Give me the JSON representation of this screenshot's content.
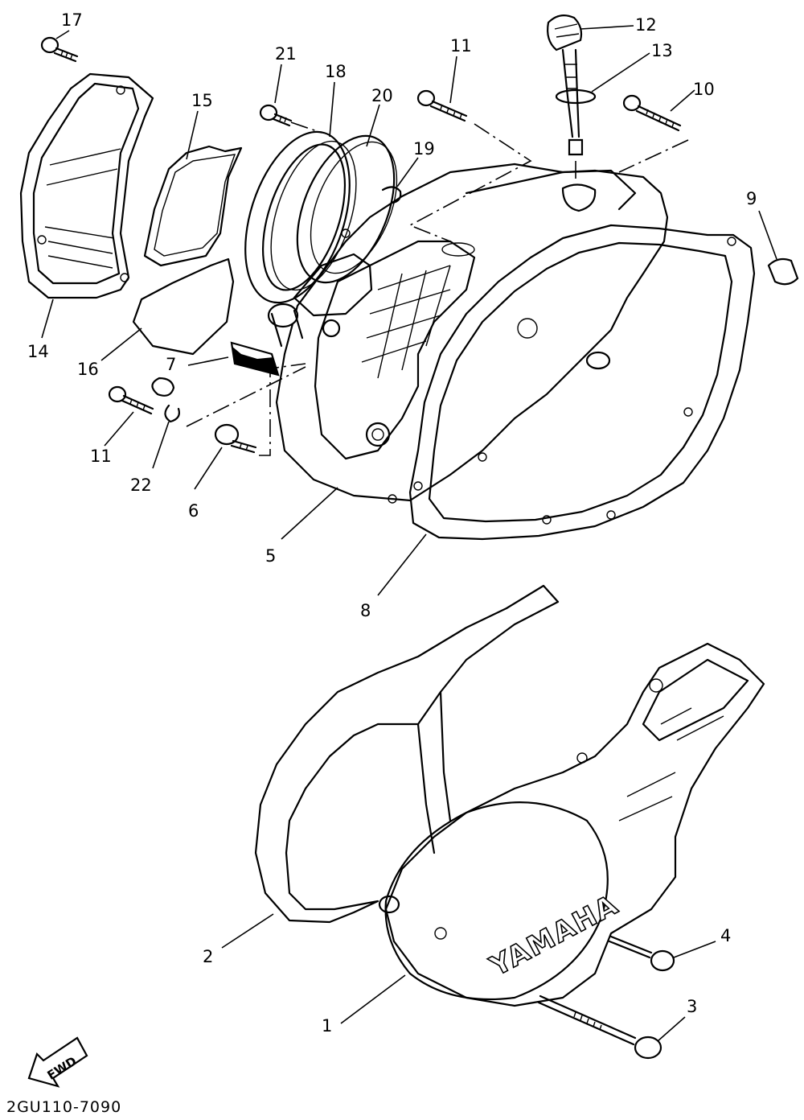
{
  "diagram_code": "2GU110-7090",
  "logo_text": "YAMAHA",
  "direction_label": "FWD",
  "part_labels": [
    "1",
    "2",
    "3",
    "4",
    "5",
    "6",
    "7",
    "8",
    "9",
    "10",
    "11",
    "11",
    "12",
    "13",
    "14",
    "15",
    "16",
    "17",
    "18",
    "19",
    "20",
    "21",
    "22"
  ]
}
